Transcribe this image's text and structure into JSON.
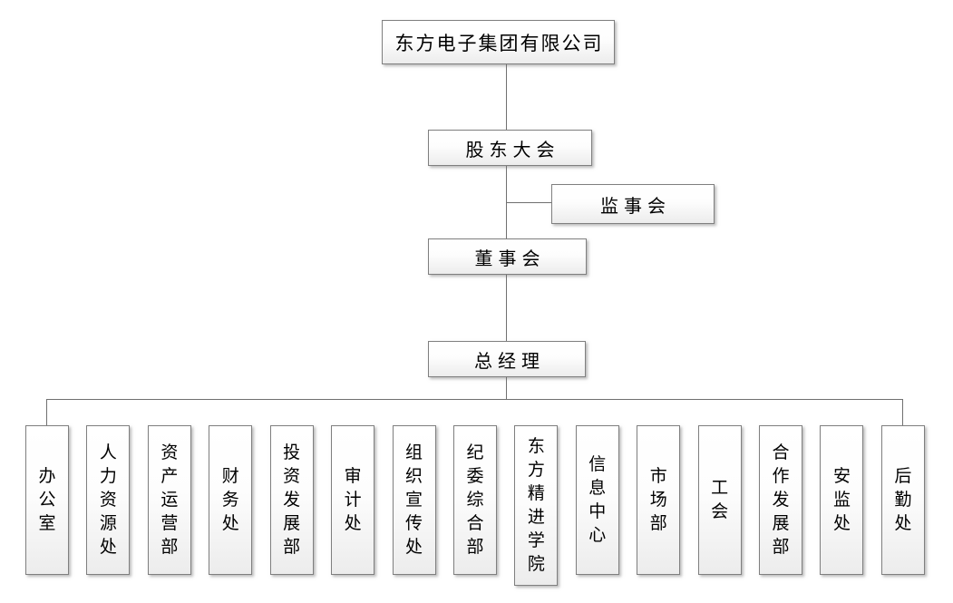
{
  "org_chart": {
    "nodes": {
      "company": "东方电子集团有限公司",
      "shareholders": "股东大会",
      "supervisory": "监事会",
      "board": "董事会",
      "general_manager": "总经理"
    },
    "departments": [
      "办公室",
      "人力资源处",
      "资产运营部",
      "财务处",
      "投资发展部",
      "审计处",
      "组织宣传处",
      "纪委综合部",
      "东方精进学院",
      "信息中心",
      "市场部",
      "工会",
      "合作发展部",
      "安监处",
      "后勤处"
    ],
    "hierarchy": [
      {
        "from": "东方电子集团有限公司",
        "to": "股东大会"
      },
      {
        "from": "股东大会",
        "to": "监事会"
      },
      {
        "from": "股东大会",
        "to": "董事会"
      },
      {
        "from": "董事会",
        "to": "总经理"
      },
      {
        "from": "总经理",
        "to": "all-departments"
      }
    ],
    "style": {
      "box_border_color": "#7f7f7f",
      "box_fill_top": "#ffffff",
      "box_fill_bottom": "#ececec",
      "connector_color": "#707070",
      "text_color": "#000000",
      "background_color": "#ffffff"
    }
  }
}
